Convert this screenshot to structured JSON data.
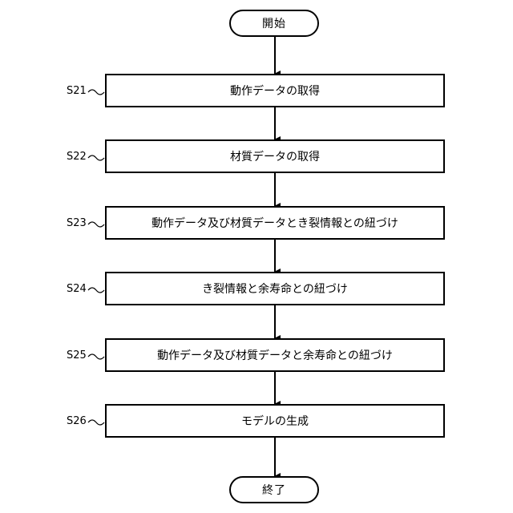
{
  "flowchart": {
    "start_label": "開始",
    "end_label": "終了",
    "steps": [
      {
        "id": "S21",
        "text": "動作データの取得"
      },
      {
        "id": "S22",
        "text": "材質データの取得"
      },
      {
        "id": "S23",
        "text": "動作データ及び材質データとき裂情報との紐づけ"
      },
      {
        "id": "S24",
        "text": "き裂情報と余寿命との紐づけ"
      },
      {
        "id": "S25",
        "text": "動作データ及び材質データと余寿命との紐づけ"
      },
      {
        "id": "S26",
        "text": "モデルの生成"
      }
    ]
  }
}
